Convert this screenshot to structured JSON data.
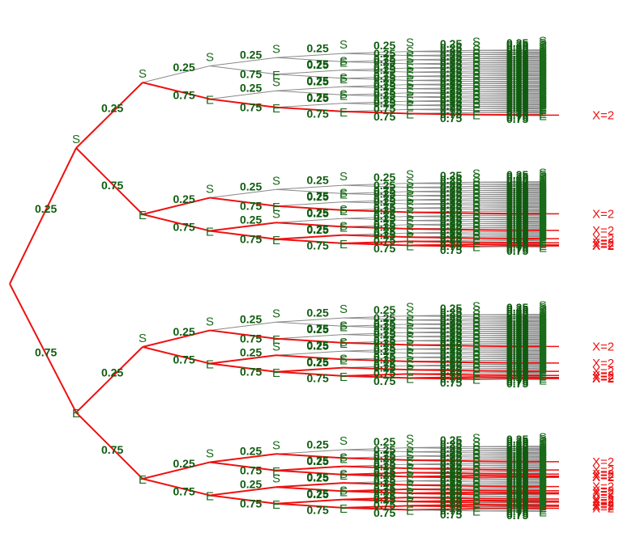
{
  "diagram": {
    "type": "probability-tree",
    "levels": 8,
    "outcomes": {
      "success": "S",
      "failure": "E"
    },
    "probabilities": {
      "S": "0.25",
      "E": "0.75"
    },
    "leaf_label": "X=2",
    "colors": {
      "highlight_edge": "#ee1111",
      "normal_edge": "#888888",
      "node_text": "#1a6b1a",
      "prob_text": "#0f5c0f",
      "leaf_text": "#ee1111"
    }
  }
}
